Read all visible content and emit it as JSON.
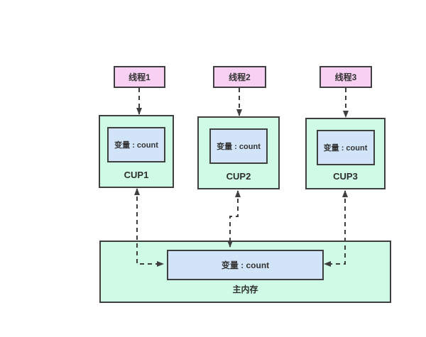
{
  "diagram": {
    "threads": [
      {
        "label": "线程1"
      },
      {
        "label": "线程2"
      },
      {
        "label": "线程3"
      }
    ],
    "cpus": [
      {
        "name": "CUP1",
        "variable": "变量 : count"
      },
      {
        "name": "CUP2",
        "variable": "变量 : count"
      },
      {
        "name": "CUP3",
        "variable": "变量 : count"
      }
    ],
    "memory": {
      "name": "主内存",
      "variable": "变量 : count"
    },
    "colors": {
      "thread_fill": "#f8d0f3",
      "cpu_fill": "#cffae5",
      "memory_fill": "#cffae5",
      "variable_fill": "#d2e4f8",
      "border_color": "#3f3f3f",
      "arrow_color": "#3f3f3f"
    }
  }
}
